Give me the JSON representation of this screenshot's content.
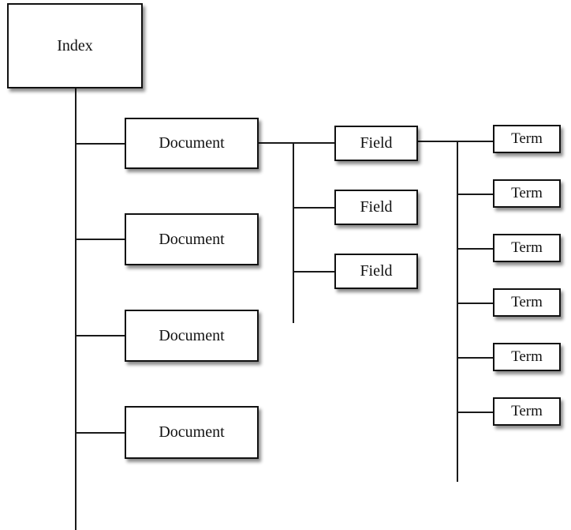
{
  "root": {
    "label": "Index"
  },
  "documents": [
    {
      "label": "Document"
    },
    {
      "label": "Document"
    },
    {
      "label": "Document"
    },
    {
      "label": "Document"
    }
  ],
  "fields": [
    {
      "label": "Field"
    },
    {
      "label": "Field"
    },
    {
      "label": "Field"
    }
  ],
  "terms": [
    {
      "label": "Term"
    },
    {
      "label": "Term"
    },
    {
      "label": "Term"
    },
    {
      "label": "Term"
    },
    {
      "label": "Term"
    },
    {
      "label": "Term"
    }
  ]
}
